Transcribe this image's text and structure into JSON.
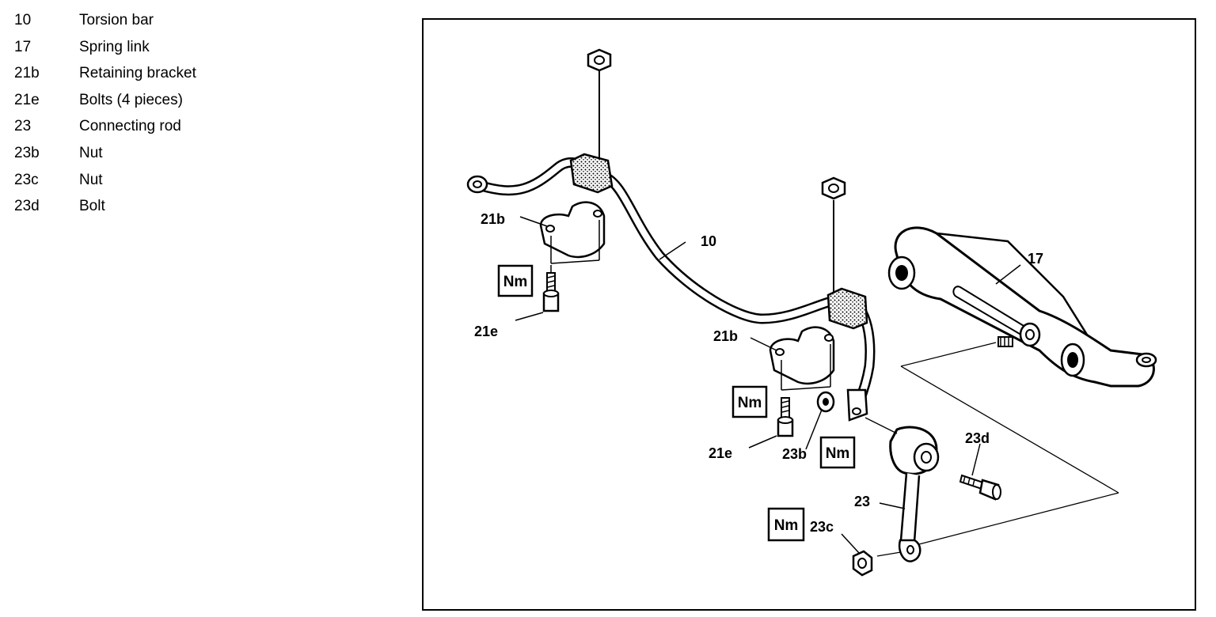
{
  "legend": [
    {
      "num": "10",
      "desc": "Torsion bar"
    },
    {
      "num": "17",
      "desc": "Spring link"
    },
    {
      "num": "21b",
      "desc": "Retaining bracket"
    },
    {
      "num": "21e",
      "desc": "Bolts (4 pieces)"
    },
    {
      "num": "23",
      "desc": "Connecting rod"
    },
    {
      "num": "23b",
      "desc": "Nut"
    },
    {
      "num": "23c",
      "desc": "Nut"
    },
    {
      "num": "23d",
      "desc": "Bolt"
    }
  ],
  "callouts": {
    "c10": "10",
    "c17": "17",
    "c21b_left": "21b",
    "c21b_right": "21b",
    "c21e_left": "21e",
    "c21e_right": "21e",
    "c23": "23",
    "c23b": "23b",
    "c23c": "23c",
    "c23d": "23d"
  },
  "torque_label": "Nm"
}
